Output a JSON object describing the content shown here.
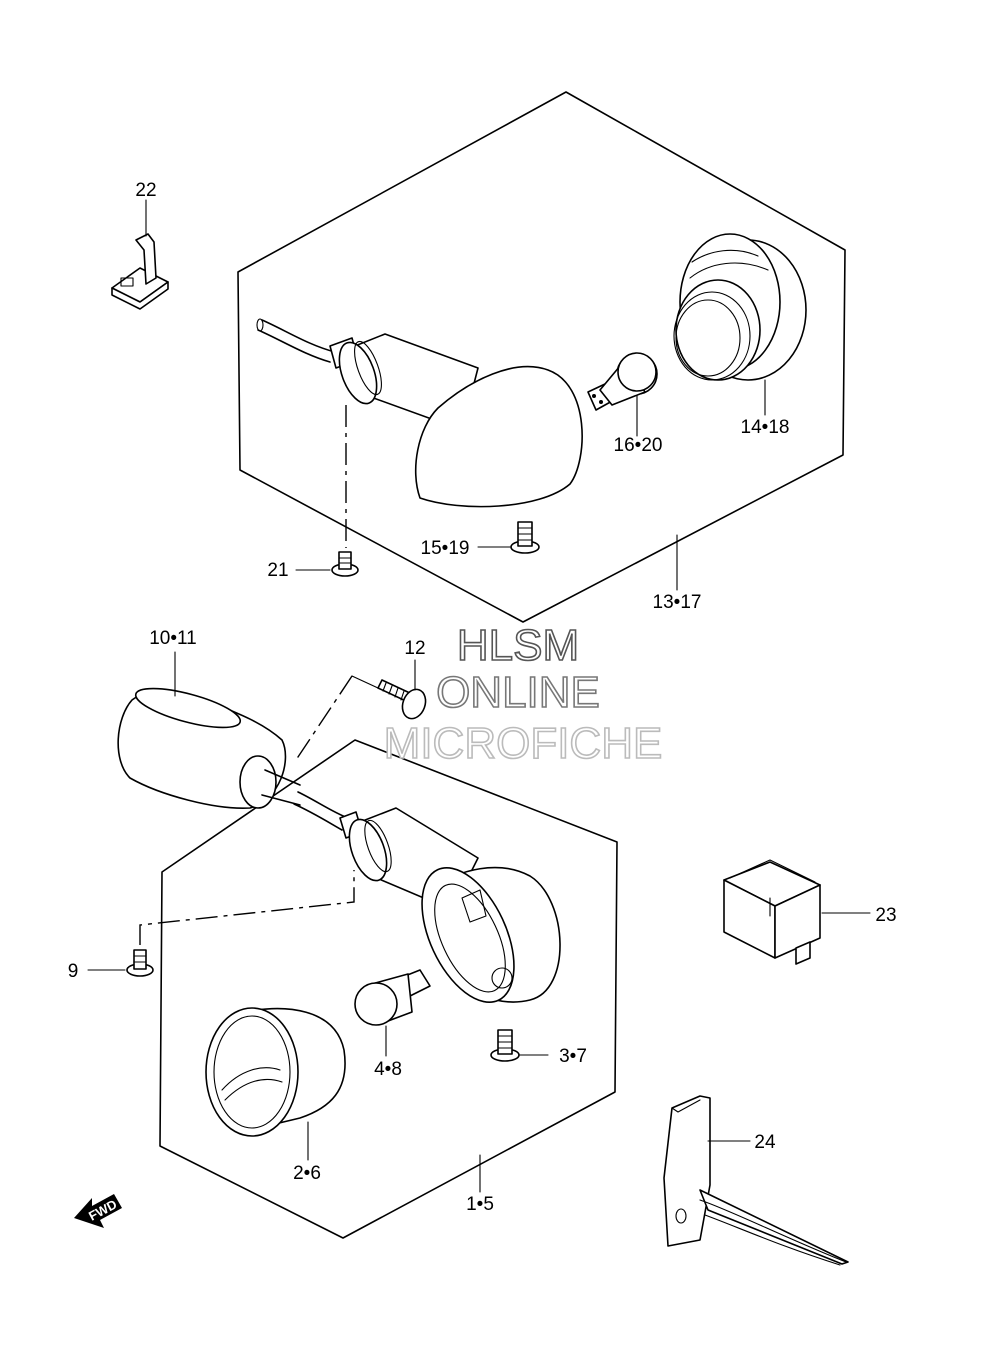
{
  "watermark": {
    "line1": "HLSM",
    "line2": "ONLINE",
    "line3": "MICROFICHE",
    "color1": "#555555",
    "color2": "#777777",
    "color3": "#bbbbbb"
  },
  "fwd_label": "FWD",
  "callouts": {
    "c22": "22",
    "c1418": "14•18",
    "c1620": "16•20",
    "c1519": "15•19",
    "c21": "21",
    "c1317": "13•17",
    "c1011": "10•11",
    "c12": "12",
    "c23": "23",
    "c9": "9",
    "c37": "3•7",
    "c48": "4•8",
    "c26": "2•6",
    "c24": "24",
    "c15": "1•5"
  }
}
